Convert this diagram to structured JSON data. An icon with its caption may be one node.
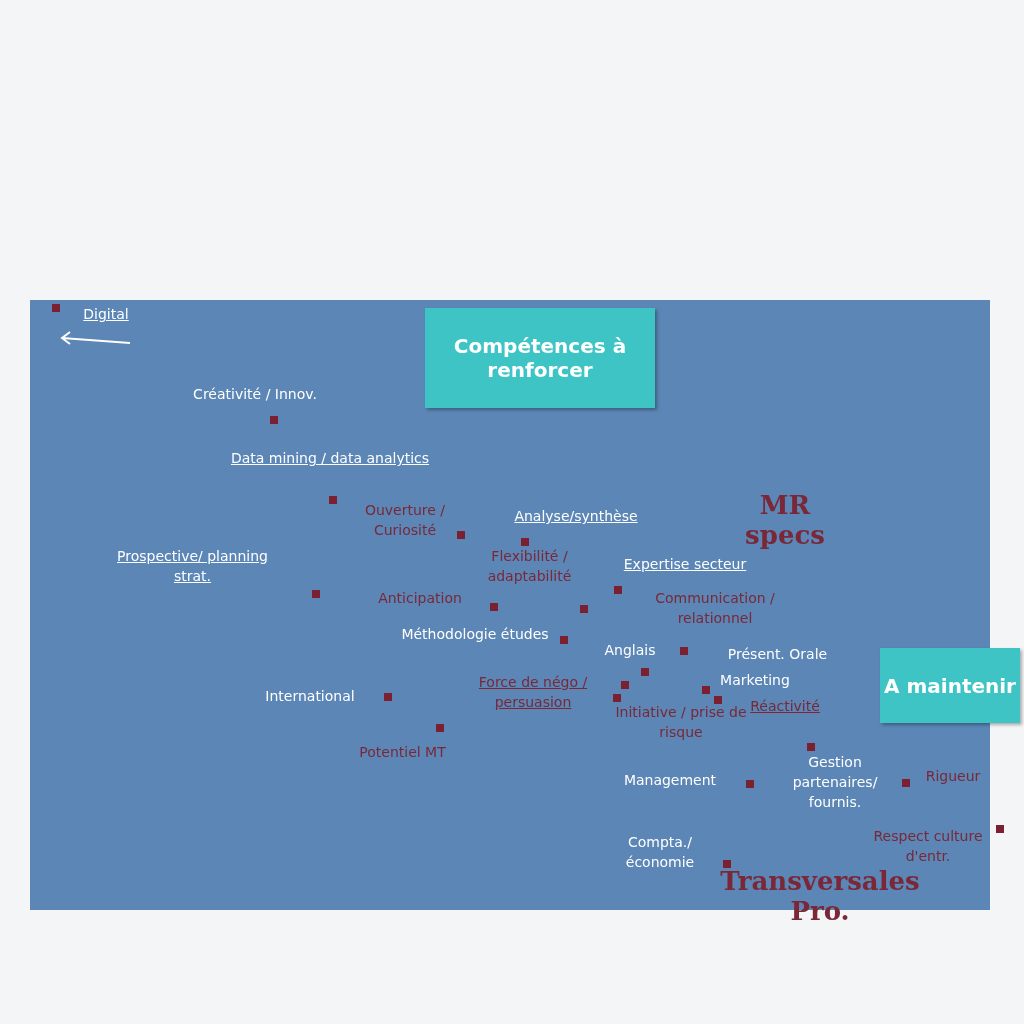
{
  "diagram": {
    "nodes": [
      {
        "text": [
          "Compétences à renforcer"
        ]
      },
      {
        "text": [
          "A maintenir"
        ]
      }
    ],
    "edges": [],
    "labels": [
      "Digital",
      "Créativité / Innov.",
      "Data mining / data analytics",
      "Ouverture / Curiosité",
      "Analyse/synthèse",
      "MR specs",
      "Prospective/ planning strat.",
      "Flexibilité / adaptabilité",
      "Expertise secteur",
      "Anticipation",
      "Communication / relationnel",
      "Méthodologie études",
      "Anglais",
      "Présent. Orale",
      "International",
      "Force de négo / persuasion",
      "Marketing",
      "Réactivité",
      "Initiative / prise de risque",
      "Potentiel MT",
      "Management",
      "Gestion partenaires/ fournis.",
      "Rigueur",
      "Respect culture d'entr.",
      "Compta./ économie",
      "Transversales Pro."
    ]
  }
}
